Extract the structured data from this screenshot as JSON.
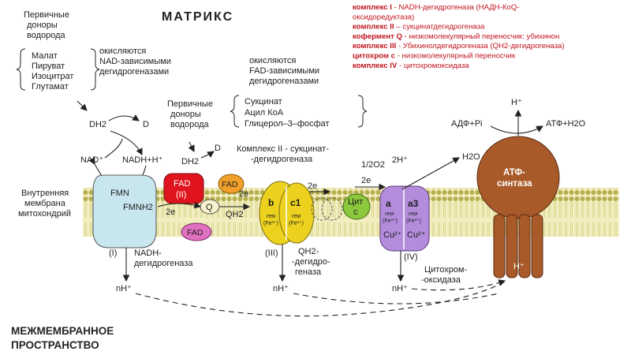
{
  "title": "МАТРИКС",
  "intermembrane": [
    "МЕЖМЕМБРАННОЕ",
    "ПРОСТРАНСТВО"
  ],
  "membrane_label": [
    "Внутренняя",
    "мембрана",
    "митохондрий"
  ],
  "primary_donors_1": [
    "Первичные",
    "доноры",
    "водорода"
  ],
  "primary_donors_2": [
    "Первичные",
    "доноры",
    "водорода"
  ],
  "nad_substrates": [
    "Малат",
    "Пируват",
    "Изоцитрат",
    "Глутамат"
  ],
  "nad_oxidized": [
    "окисляются",
    "NAD-зависимыми",
    "дегидрогеназами"
  ],
  "fad_substrates": [
    "Сукцинат",
    "Ацил КоА",
    "Глицерол–3–фосфат"
  ],
  "fad_oxidized": [
    "окисляются",
    "FAD-зависимыми",
    "дегидрогеназами"
  ],
  "complex2_label": [
    "Комплекс II - сукцинат-",
    "-дегидрогеназа"
  ],
  "legend": [
    {
      "key": "комплекс I",
      "text": " - NADH-дегидрогеназа (НАДН-КоQ-"
    },
    {
      "key": "",
      "text": "оксидоредуктаза)"
    },
    {
      "key": "комплекс II",
      "text": " – сукцинатдегидрогеназа"
    },
    {
      "key": "кофермент Q",
      "text": " - низкомолекулярный переносчик: убихинон"
    },
    {
      "key": "комплекс III",
      "text": " - Убихинолдегидрогеназа (QH2-дегидрогеназа)"
    },
    {
      "key": "цитохром с",
      "text": " - низкомолекулярный переносчик"
    },
    {
      "key": "комплекс IV",
      "text": " - цитохромоксидаза"
    }
  ],
  "labels": {
    "dh2_1": "DH2",
    "d_1": "D",
    "nad": "NAD⁺",
    "nadh": "NADH+H⁺",
    "dh2_2": "DH2",
    "d_2": "D",
    "fmn": "FMN",
    "fmnh2": "FMNH2",
    "fad_ii": "FAD",
    "fad_ii_num": "(II)",
    "fad_small": "FAD",
    "fad_bottom": "FAD",
    "q": "Q",
    "qh2": "QH2",
    "two_e_1": "2e",
    "two_e_2": "2e",
    "two_e_3": "2e",
    "two_e_4": "2e",
    "cyt_b": "b",
    "cyt_b_gem": "гем",
    "cyt_b_fe": "(Fe³⁺)",
    "cyt_c1": "c1",
    "cyt_c1_gem": "гем",
    "cyt_c1_fe": "(Fe³⁺)",
    "cyt_c": "Цит",
    "cyt_c2": "c",
    "cyt_a": "a",
    "cyt_a_gem": "гем",
    "cyt_a_fe": "(Fe³⁺)",
    "cu_a": "Cu²⁺",
    "cyt_a3": "a3",
    "cyt_a3_gem": "гем",
    "cyt_a3_fe": "(Fe³⁺)",
    "cu_a3": "Cu²⁺",
    "half_o2": "1/2O2",
    "two_h": "2H⁺",
    "h2o": "H2O",
    "h_top": "H⁺",
    "adp": "АДФ+Pi",
    "atp": "АТФ+H2O",
    "atp_synthase_1": "АТФ-",
    "atp_synthase_2": "синтаза",
    "h_in": "H⁺",
    "c1_num": "(I)",
    "c1_name": [
      "NADH-",
      "дегидрогеназа"
    ],
    "c3_num": "(III)",
    "c3_name": [
      "QH2-",
      "-дегидро-",
      "геназа"
    ],
    "c4_num": "(IV)",
    "c4_name": [
      "Цитохром-",
      "-оксидаза"
    ],
    "nh_1": "nH⁺",
    "nh_2": "nH⁺",
    "nh_3": "nH⁺"
  },
  "colors": {
    "membrane": "#f3eec0",
    "lipid_head": "#b4b050",
    "complex_i": "#c8e6ee",
    "fad_red": "#e0141e",
    "fad_orange": "#f0a028",
    "fad_pink": "#e070c0",
    "complex_iii": "#ecd21e",
    "cyt_c": "#8cc83c",
    "complex_iv": "#b48cdc",
    "atp_synthase": "#a85a28",
    "legend_text": "#c0141e"
  }
}
